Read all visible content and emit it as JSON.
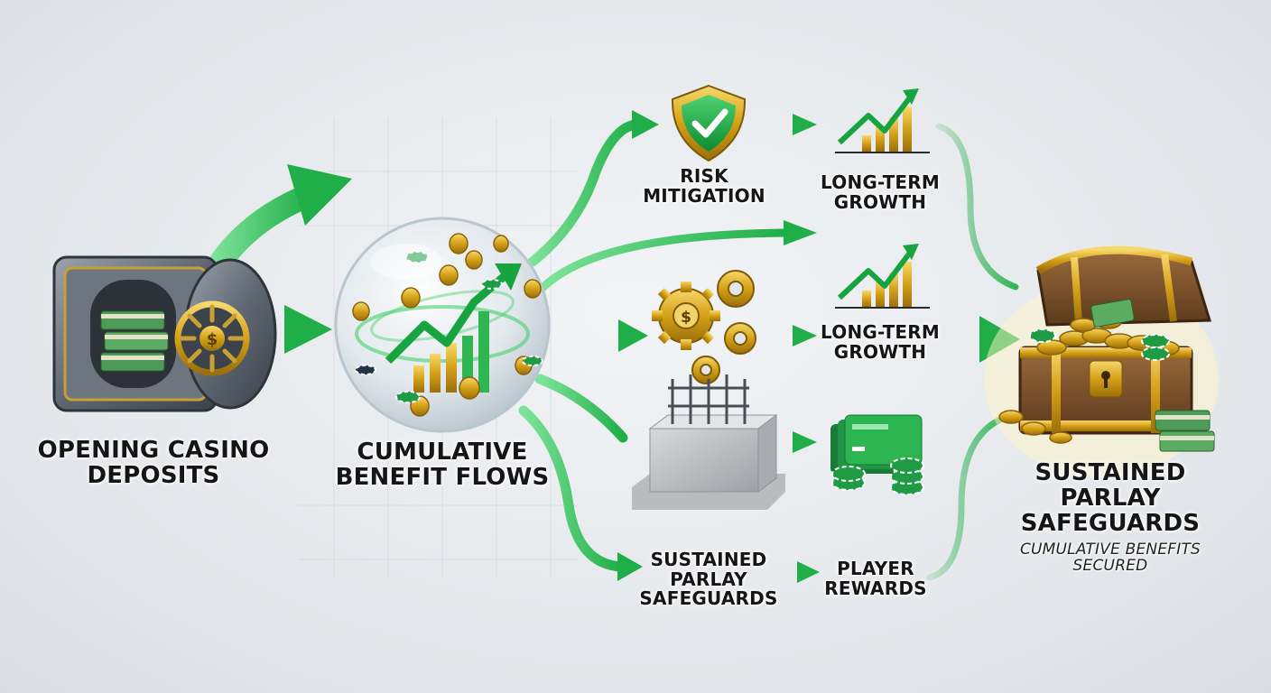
{
  "colors": {
    "arrow_green": "#22b14c",
    "arrow_dark": "#0f8a34",
    "gold": "#d4a017",
    "background": "#e8eaed"
  },
  "icons": [
    "vault-icon",
    "money-stack-icon",
    "growth-sphere-icon",
    "shield-check-icon",
    "growth-chart-icon",
    "gears-icon",
    "foundation-block-icon",
    "reward-cards-icon",
    "treasure-chest-icon",
    "casino-chip-icon",
    "coin-icon"
  ],
  "nodes": {
    "deposits": {
      "lines": [
        "Opening Casino",
        "Deposits"
      ]
    },
    "flows": {
      "lines": [
        "Cumulative",
        "Benefit Flows"
      ]
    },
    "risk": {
      "lines": [
        "Risk",
        "Mitigation"
      ]
    },
    "growth_top": {
      "lines": [
        "Long-Term",
        "Growth"
      ]
    },
    "growth_mid": {
      "lines": [
        "Long-Term",
        "Growth"
      ]
    },
    "safeguards_small": {
      "lines": [
        "Sustained",
        "Parlay",
        "Safeguards"
      ]
    },
    "rewards": {
      "lines": [
        "Player",
        "Rewards"
      ]
    },
    "final": {
      "lines": [
        "Sustained",
        "Parlay",
        "Safeguards"
      ],
      "caption": [
        "Cumulative Benefits",
        "Secured"
      ]
    }
  }
}
